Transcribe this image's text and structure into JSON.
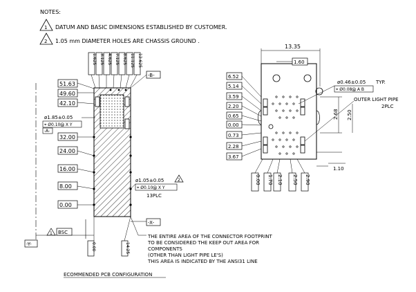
{
  "notes": {
    "heading": "NOTES:",
    "items": [
      {
        "num": "1",
        "text": "DATUM AND BASIC DIMENSIONS ESTABLISHED BY CUSTOMER."
      },
      {
        "num": "2",
        "text": "1.05 mm DIAMETER HOLES ARE CHASSIS GROUND ."
      }
    ]
  },
  "left_view": {
    "top_dims": [
      "1.625",
      "3.125",
      "4.625",
      "7.125",
      "8.625",
      "11.125",
      "12.625"
    ],
    "y_dims": [
      "51.63",
      "49.60",
      "42.10",
      "32.00",
      "24.00",
      "16.00",
      "8.00",
      "0.00"
    ],
    "datum_b": "-B-",
    "datum_a": "-A-",
    "datum_x": "-X-",
    "datum_y": "-Y-",
    "hole_large": {
      "callout": "ø1.85±0.05",
      "tol": "⌖ Ø0.10Ⓜ X Y"
    },
    "hole_small": {
      "callout": "ø1.05±0.05",
      "note": "2",
      "tol": "⌖ Ø0.10Ⓜ X Y",
      "count": "13PLC"
    },
    "bsc": {
      "note": "1",
      "text": "BSC"
    },
    "bottom_dims": [
      "0.00",
      "14.25"
    ]
  },
  "right_view": {
    "width_dim": "13.35",
    "offset_dim": "1.60",
    "left_dims": [
      "6.52",
      "5.14",
      "3.59",
      "2.20",
      "0.65",
      "0.00",
      "0.73",
      "2.28",
      "3.67"
    ],
    "bottom_dims": [
      "0.00",
      "1.70",
      "2.10",
      "2.50",
      "2.90"
    ],
    "side_dims": [
      "2.68",
      "2.50"
    ],
    "right_dim": "1.10",
    "pin_callout": "ø0.46±0.05",
    "pin_typ": "TYP.",
    "pin_tol": "⌖ Ø0.08Ⓜ A B",
    "light_pipe": "OUTER LIGHT PIPE",
    "light_pipe_count": "2PLC"
  },
  "footprint_note": [
    "THE ENTIRE AREA OF THE CONNECTOR FOOTPRINT",
    "TO BE CONSIDERED THE KEEP OUT AREA FOR",
    "COMPONENTS",
    "(OTHER THAN LIGHT PIPE LE'S)",
    "THIS AREA IS INDICATED BY THE ANSI31 LINE"
  ],
  "caption": "ECOMMENDED PCB CONFIGURATION"
}
